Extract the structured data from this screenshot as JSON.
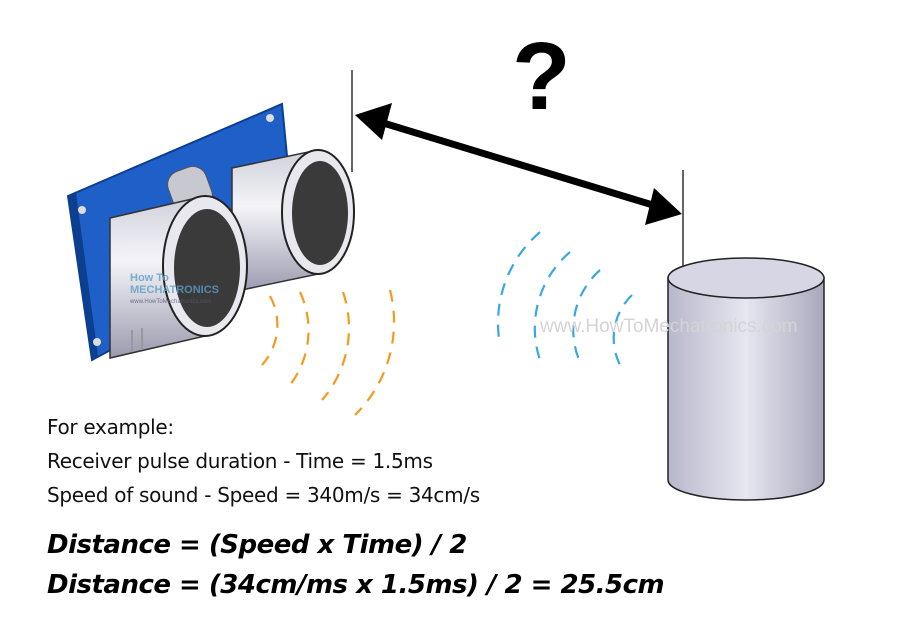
{
  "diagram": {
    "question_mark": "?",
    "watermark": "www.HowToMechatronics.com",
    "logo_text": [
      "How To",
      "MECHATRONICS",
      "www.HowToMechatronics.com"
    ],
    "example": {
      "heading": "For example:",
      "line1": "Receiver pulse duration -  Time = 1.5ms",
      "line2": "Speed of sound - Speed = 340m/s = 34cm/s"
    },
    "formula1": "Distance = (Speed x Time) / 2",
    "formula2": "Distance = (34cm/ms x 1.5ms) / 2 = 25.5cm",
    "colors": {
      "board": "#1f5fc8",
      "emit_wave": "#f39a1f",
      "echo_wave": "#3aa8e0",
      "object": "#c8c8dc"
    }
  }
}
